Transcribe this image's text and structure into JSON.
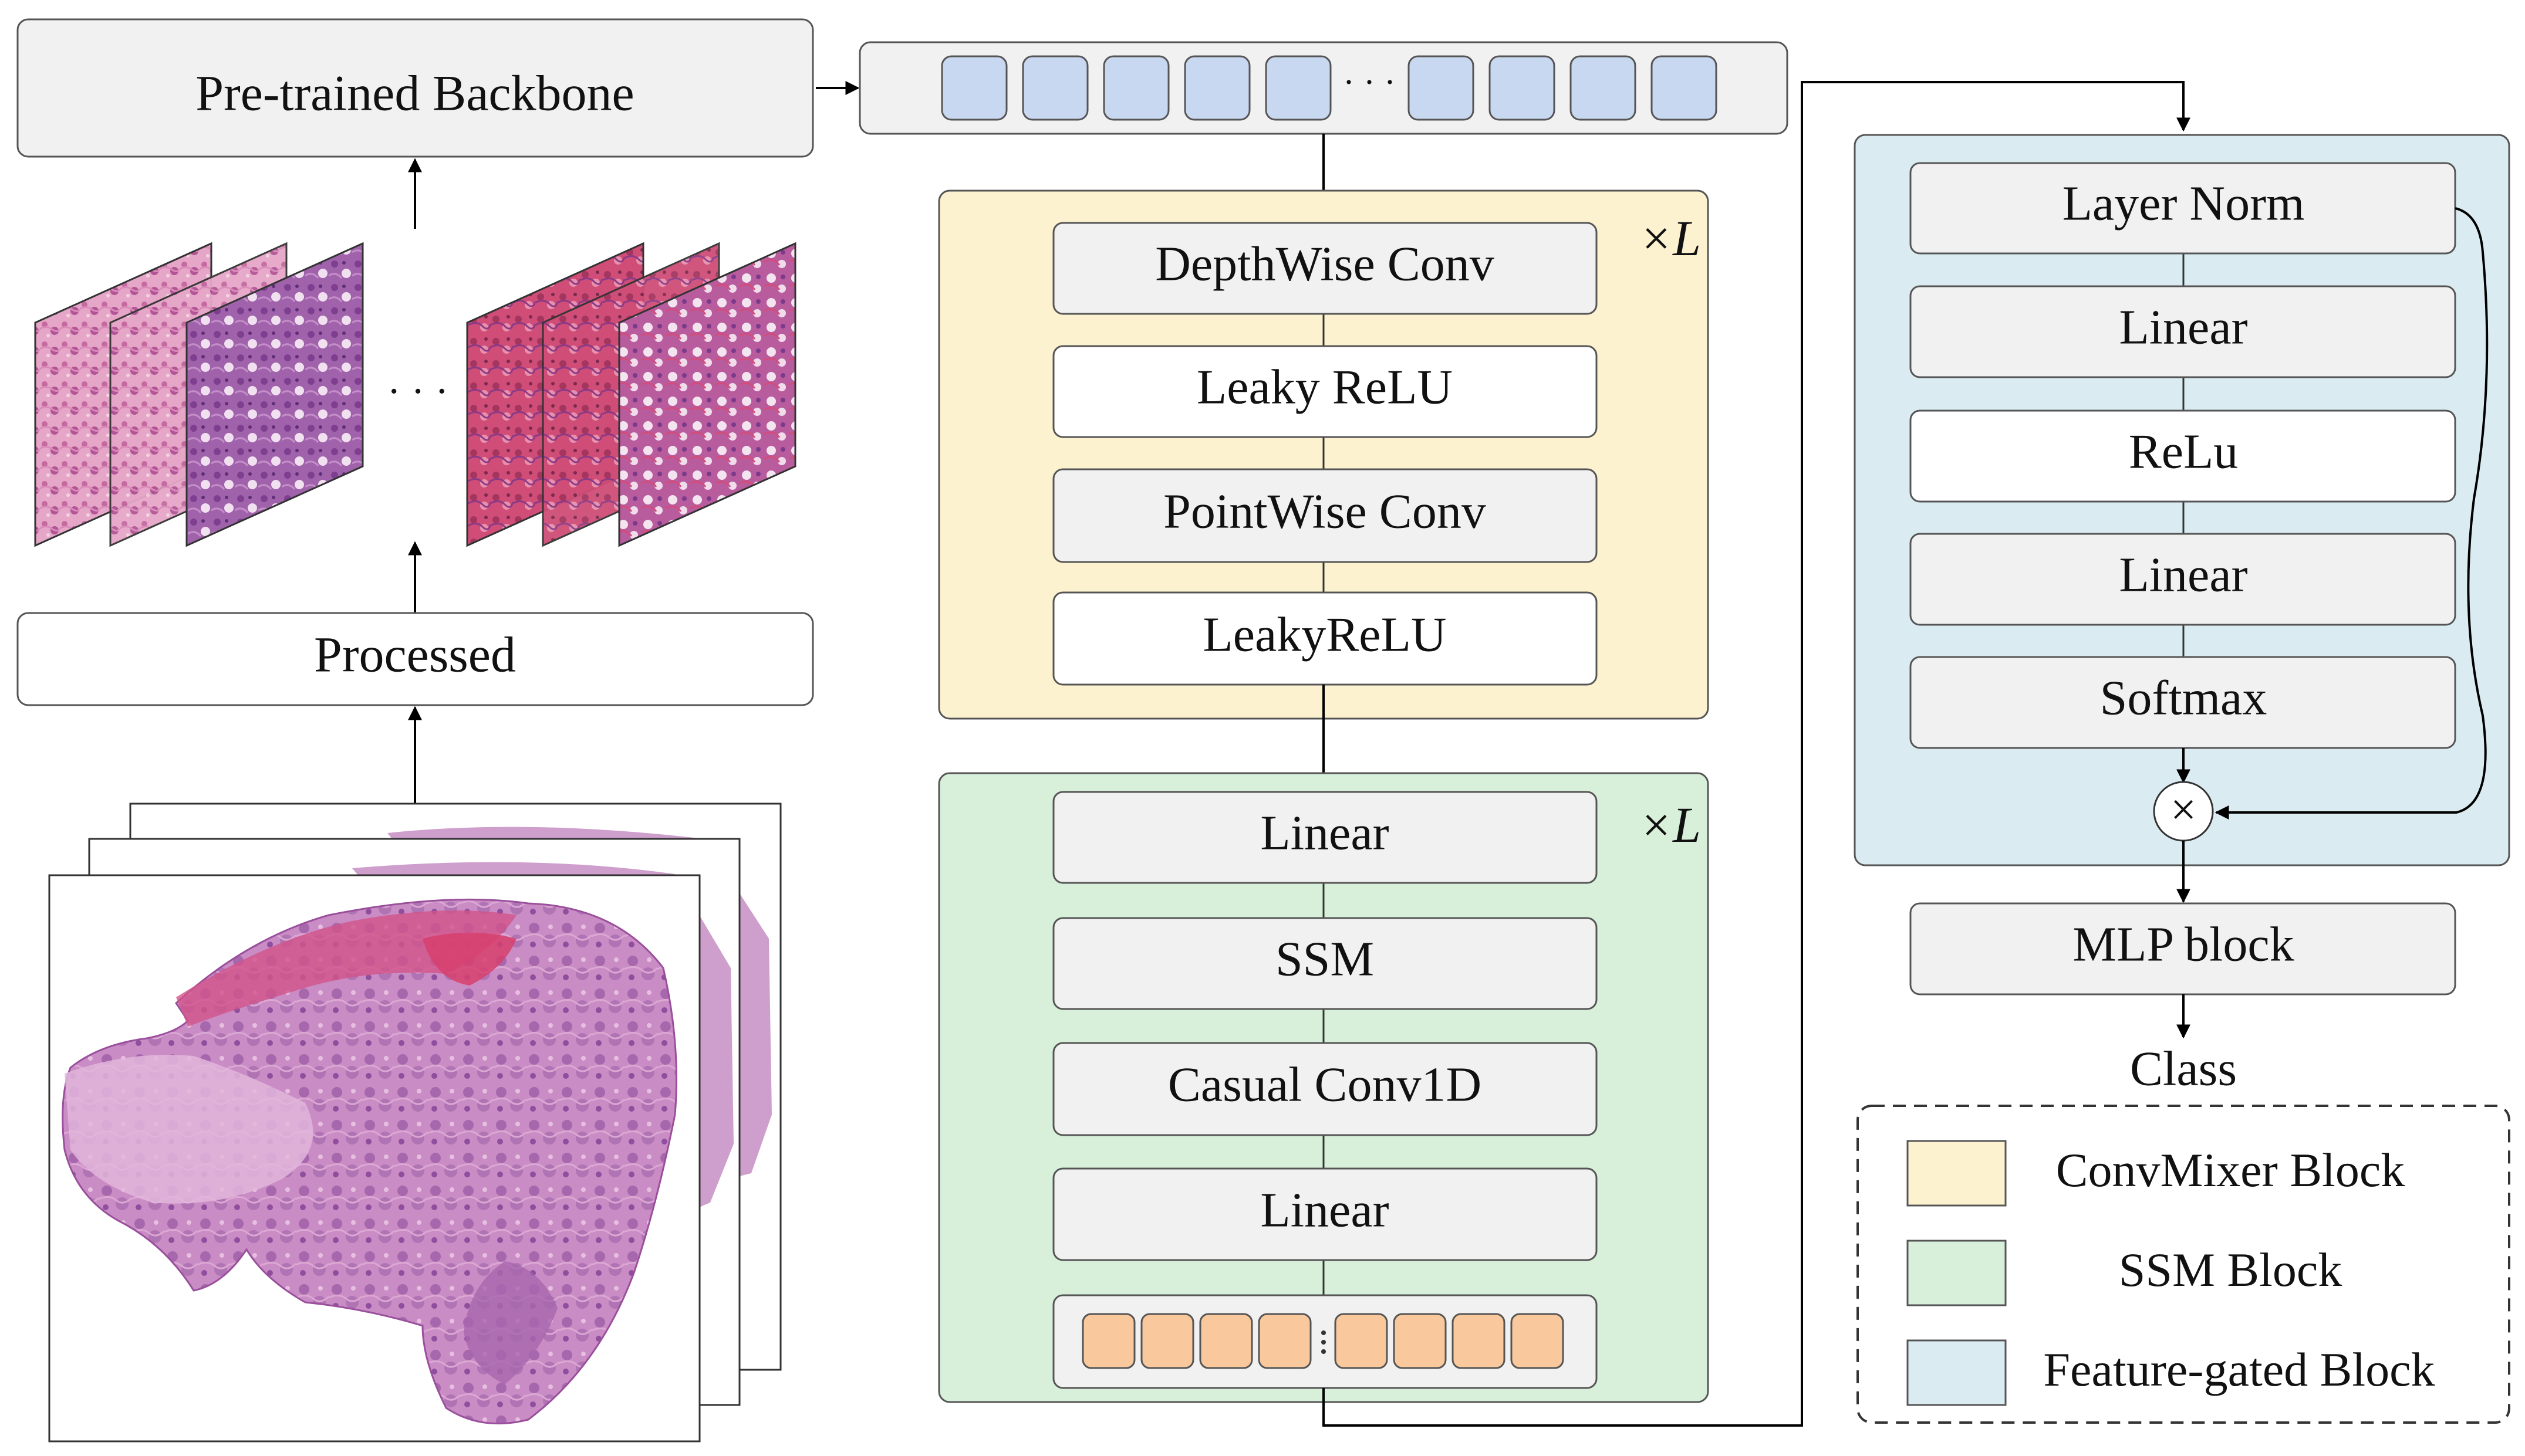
{
  "backbone": {
    "label": "Pre-trained Backbone"
  },
  "processed": {
    "label": "Processed"
  },
  "ellipsis": "· · ·",
  "convmixer": {
    "repeat": "×L",
    "layers": [
      "DepthWise Conv",
      "Leaky ReLU",
      "PointWise Conv",
      "LeakyReLU"
    ]
  },
  "ssm": {
    "repeat": "×L",
    "layers": [
      "Linear",
      "SSM",
      "Casual Conv1D",
      "Linear"
    ]
  },
  "gate": {
    "layers": [
      "Layer Norm",
      "Linear",
      "ReLu",
      "Linear",
      "Softmax"
    ],
    "multiply_symbol": "×"
  },
  "mlp": {
    "label": "MLP block"
  },
  "output": {
    "label": "Class"
  },
  "legend": [
    {
      "label": "ConvMixer Block",
      "color": "#fdf2cf"
    },
    {
      "label": "SSM Block",
      "color": "#d8f0da"
    },
    {
      "label": "Feature-gated Block",
      "color": "#daecf2"
    }
  ],
  "colors": {
    "module_fill": "#f1f1f1",
    "plain_fill": "#ffffff",
    "token_blue": "#c9d8f1",
    "token_orange": "#f9c89d",
    "tissue_pink": "#d880b6",
    "tissue_purple": "#9a56a5",
    "tissue_red": "#c93f6b"
  }
}
